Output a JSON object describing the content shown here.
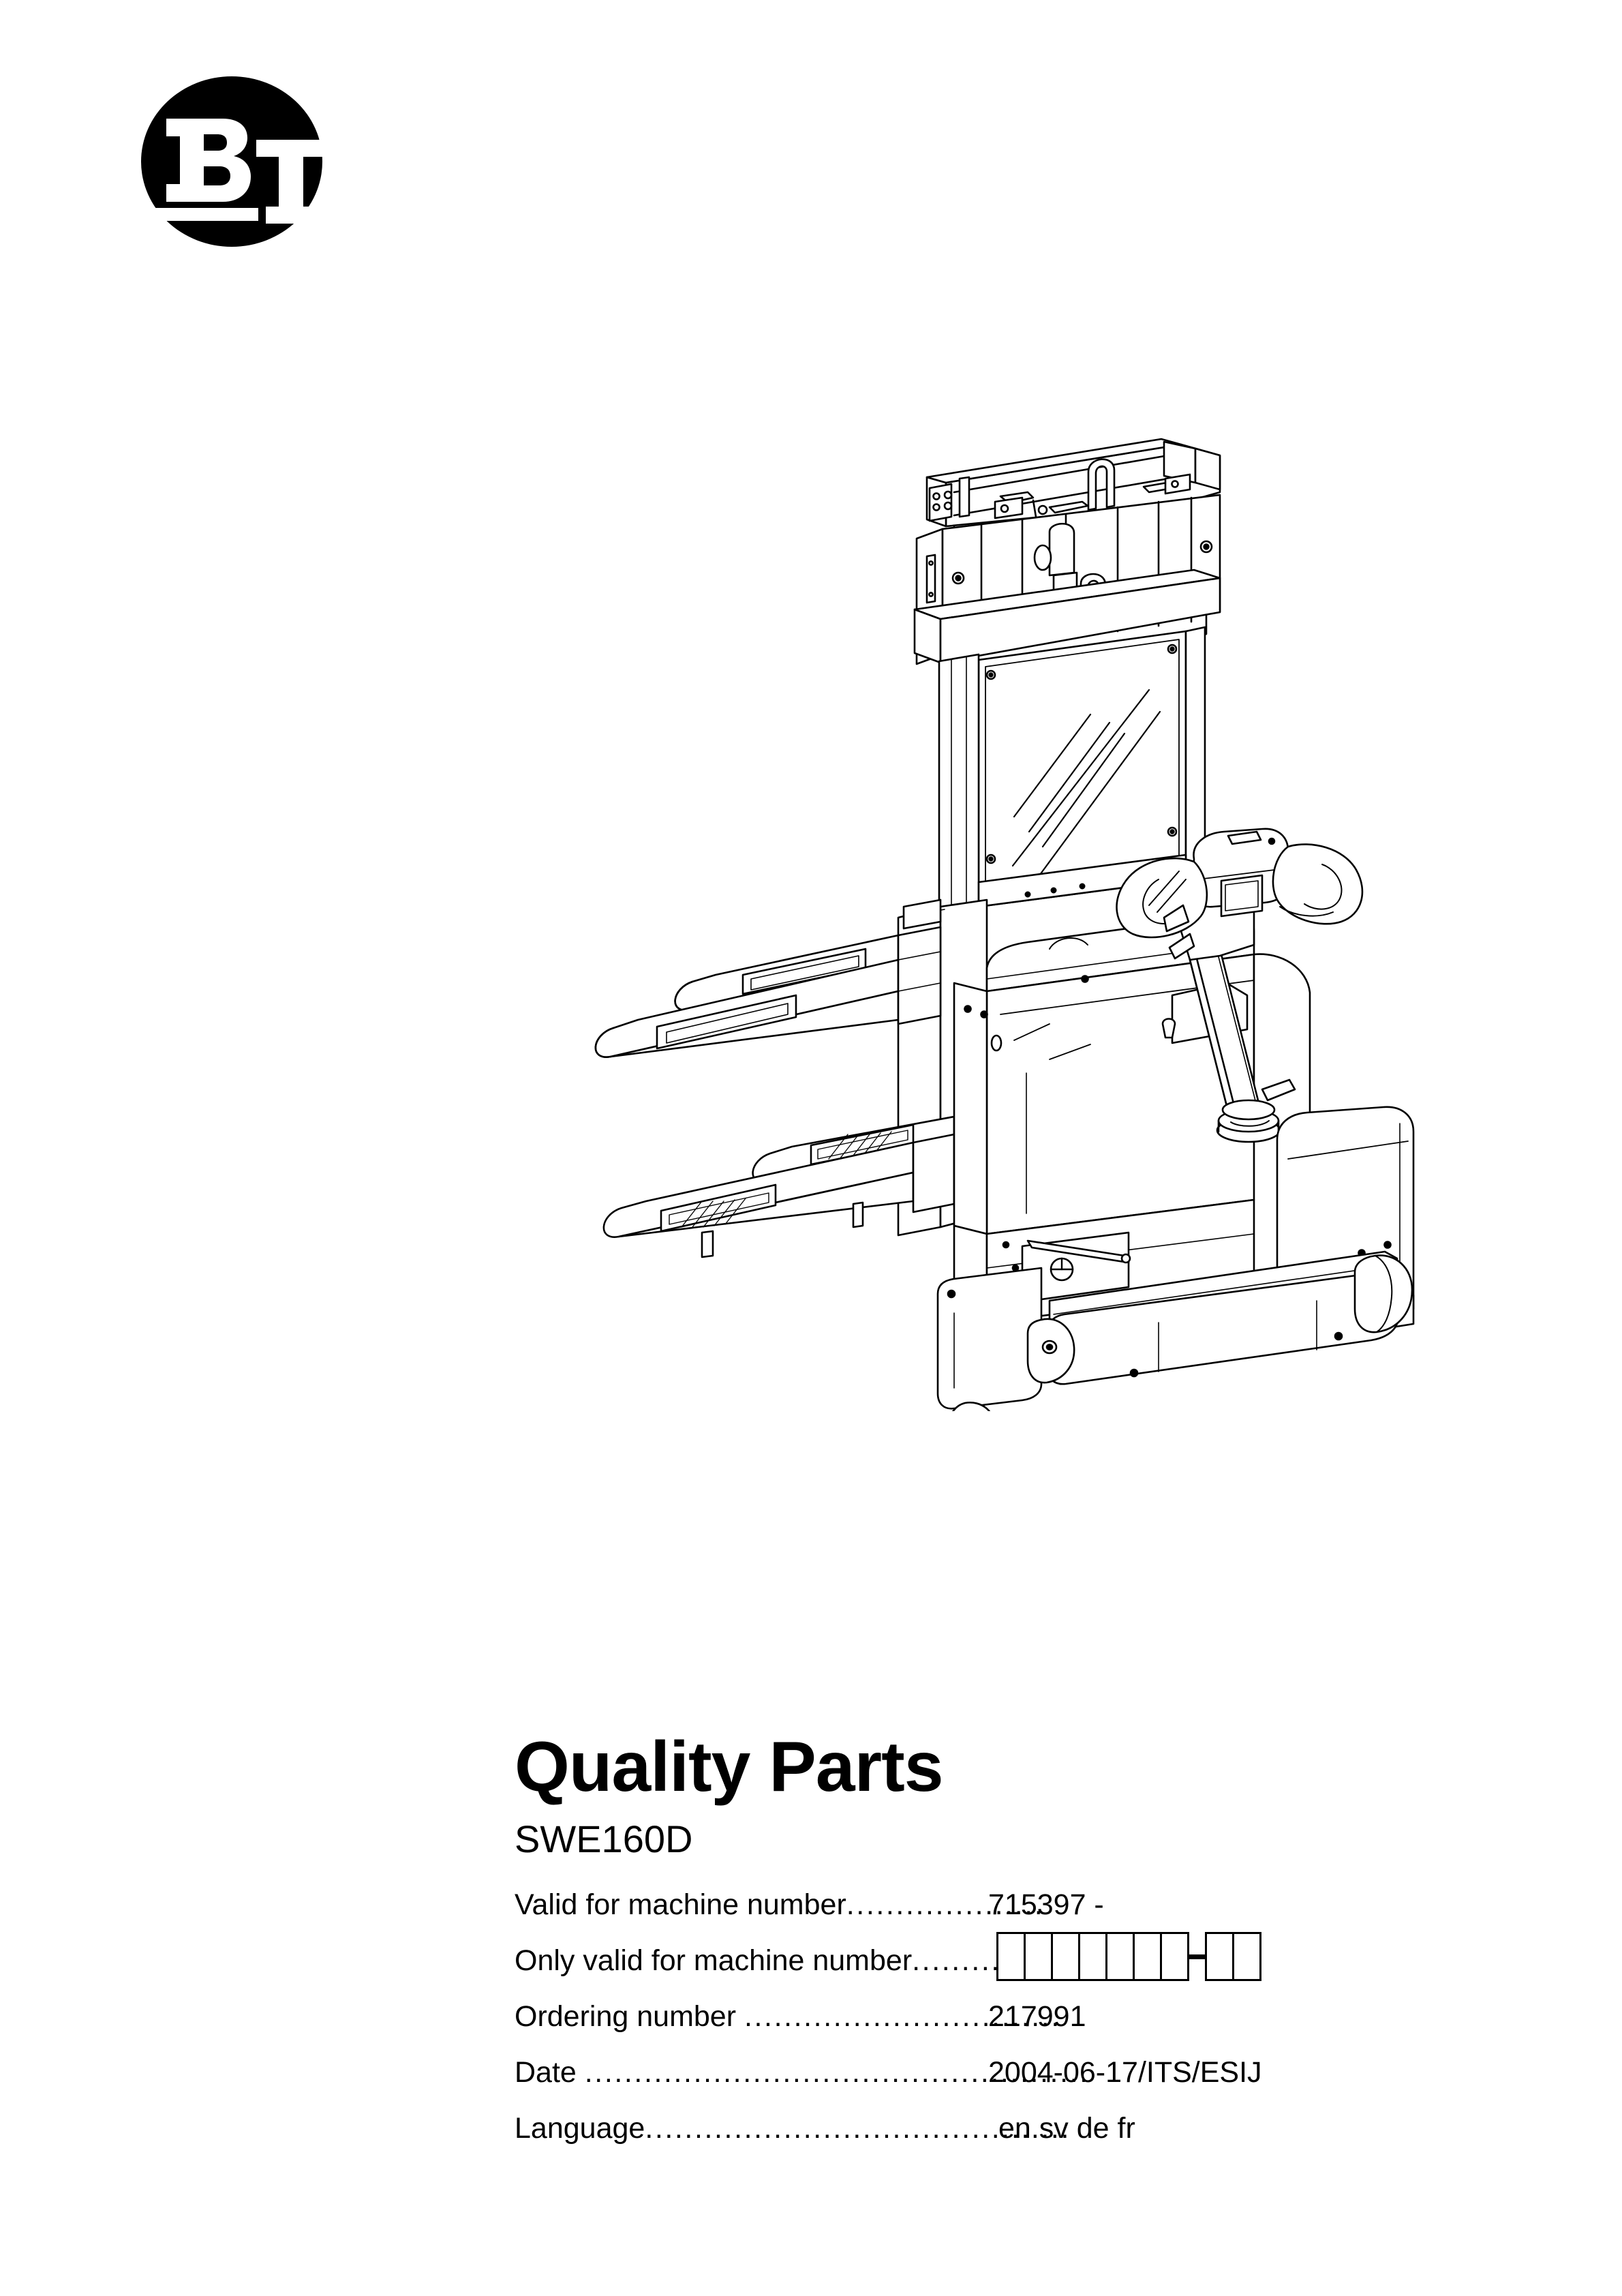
{
  "brand": {
    "logo_name": "bt-logo",
    "logo_letters": "BT",
    "logo_color": "#000000"
  },
  "illustration": {
    "name": "pallet-stacker-line-drawing",
    "subject": "SWE160D pedestrian powered pallet stacker",
    "line_color": "#000000",
    "fill_color": "#ffffff"
  },
  "cover": {
    "title": "Quality Parts",
    "model": "SWE160D"
  },
  "details": [
    {
      "label": "Valid for machine number",
      "leader": "....................",
      "value": "715397 -",
      "name": "valid-for-machine-number"
    },
    {
      "label": "Only valid for machine number",
      "leader": "............",
      "value": "",
      "name": "only-valid-for-machine-number"
    },
    {
      "label": "Ordering number ",
      "leader": "................................",
      "value": "217991",
      "name": "ordering-number"
    },
    {
      "label": "Date ",
      "leader": "...................................................",
      "value": "2004-06-17/ITS/ESIJ",
      "name": "date"
    },
    {
      "label": "Language",
      "leader": "...........................................",
      "value": " en sv de fr",
      "name": "language"
    }
  ],
  "machine_number_boxes": {
    "name": "machine-number-boxes",
    "boxes_before_dash": 7,
    "boxes_after_dash": 2,
    "separator": "-"
  }
}
